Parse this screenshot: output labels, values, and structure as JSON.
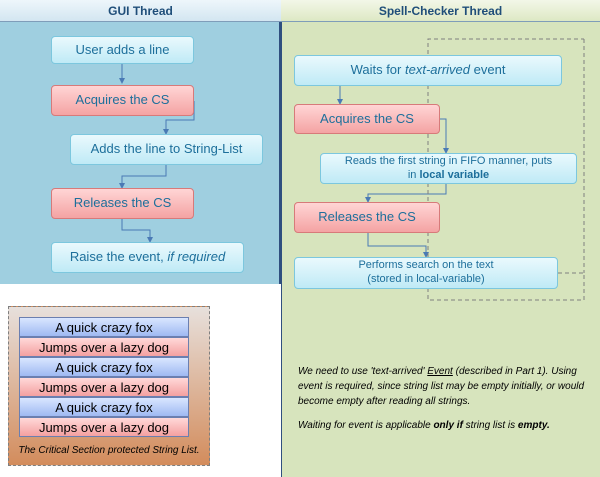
{
  "headers": {
    "gui": "GUI Thread",
    "spell": "Spell-Checker Thread"
  },
  "gui_flow": [
    {
      "text": "User adds a line",
      "color": "cyan"
    },
    {
      "text": "Acquires the CS",
      "color": "pink"
    },
    {
      "text": "Adds the line to String-List",
      "color": "cyan"
    },
    {
      "text": "Releases the CS",
      "color": "pink"
    },
    {
      "text_plain": "Raise the event, ",
      "text_italic": "if required",
      "color": "cyan"
    }
  ],
  "spell_flow": {
    "waits_prefix": "Waits for ",
    "waits_italic": "text-arrived",
    "waits_suffix": " event",
    "acquires": "Acquires the CS",
    "reads_line1": "Reads the first string in FIFO manner, puts",
    "reads_line2_prefix": "in ",
    "reads_line2_bold": "local variable",
    "releases": "Releases the CS",
    "search_line1": "Performs search on the text",
    "search_line2": "(stored in local-variable)"
  },
  "string_list": {
    "rows": [
      "A quick crazy fox",
      "Jumps over a lazy dog",
      "A quick crazy fox",
      "Jumps over a lazy dog",
      "A quick crazy fox",
      "Jumps over a lazy dog"
    ],
    "caption": "The Critical Section protected String List."
  },
  "note": {
    "p1_a": "We need to use 'text-arrived' ",
    "p1_event": "Event",
    "p1_b": " (described in Part 1). Using event is required, since string list may be empty initially, or would become empty after reading all strings.",
    "p2_a": "Waiting for event is applicable ",
    "p2_bold": "only if",
    "p2_b": " string list is ",
    "p2_bold2": "empty."
  },
  "colors": {
    "gui_bg": "#9fcfe0",
    "spell_bg": "#d7e4bd",
    "cyan_box": "#bfeaf6",
    "pink_box": "#f4a3a3",
    "border_dark": "#2f4f7f"
  }
}
